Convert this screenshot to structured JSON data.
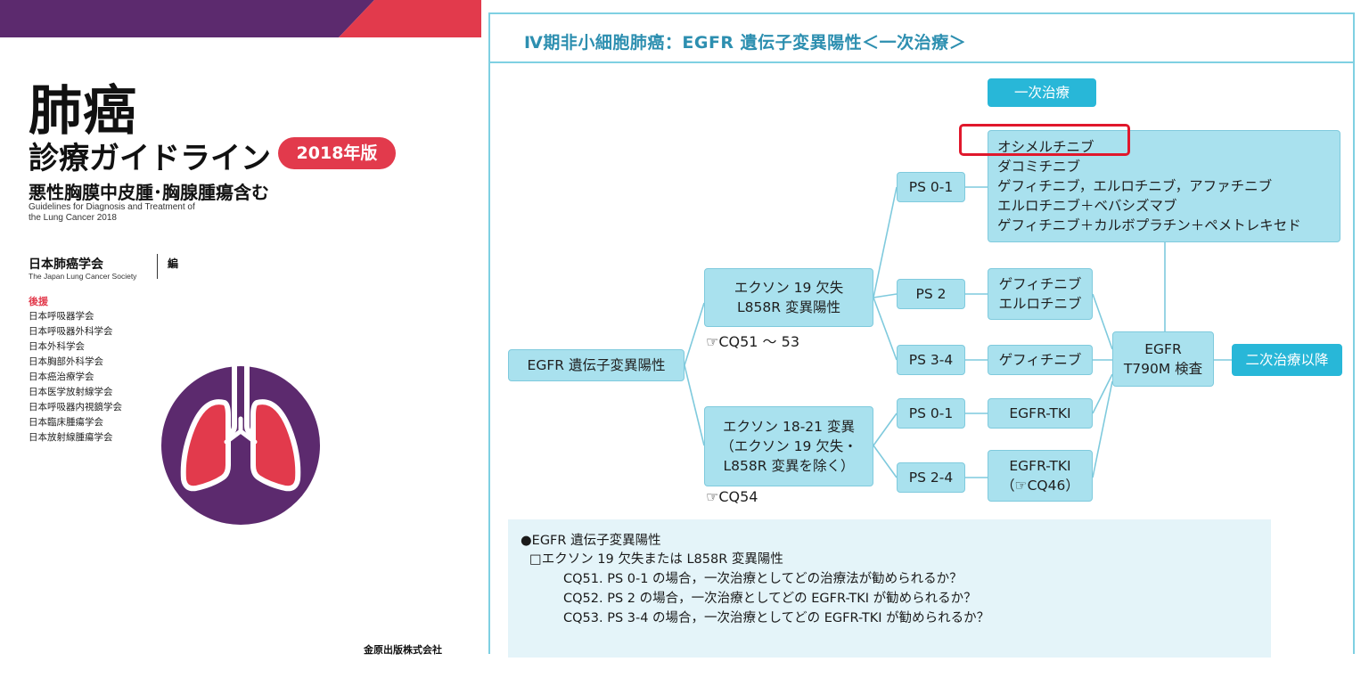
{
  "cover": {
    "title_main": "肺癌",
    "title_sub": "診療ガイドライン",
    "edition": "2018年版",
    "subtitle": "悪性胸膜中皮腫･胸腺腫瘍含む",
    "english_title_line1": "Guidelines for Diagnosis and Treatment of",
    "english_title_line2": "the Lung Cancer 2018",
    "editor_org": "日本肺癌学会",
    "editor_org_en": "The Japan Lung Cancer Society",
    "editor_mark": "編",
    "support_label": "後援",
    "supporters": [
      "日本呼吸器学会",
      "日本呼吸器外科学会",
      "日本外科学会",
      "日本胸部外科学会",
      "日本癌治療学会",
      "日本医学放射線学会",
      "日本呼吸器内視鏡学会",
      "日本臨床腫瘍学会",
      "日本放射線腫瘍学会"
    ],
    "publisher": "金原出版株式会社",
    "colors": {
      "purple": "#5c2a6e",
      "red": "#e23a4c"
    },
    "icon": "lungs-icon"
  },
  "flowchart": {
    "title": "Ⅳ期非小細胞肺癌：EGFR 遺伝子変異陽性＜一次治療＞",
    "first_line_header": "一次治療",
    "root": "EGFR 遺伝子変異陽性",
    "branch_a": [
      "エクソン 19 欠失",
      "L858R 変異陽性"
    ],
    "branch_a_ref": "☞CQ51 〜 53",
    "branch_b": [
      "エクソン 18-21 変異",
      "（エクソン 19 欠失・",
      "L858R 変異を除く）"
    ],
    "branch_b_ref": "☞CQ54",
    "ps_a1": "PS 0-1",
    "ps_a2": "PS 2",
    "ps_a3": "PS 3-4",
    "ps_b1": "PS 0-1",
    "ps_b2": "PS 2-4",
    "tx_a1": [
      "オシメルチニブ",
      "ダコミチニブ",
      "ゲフィチニブ，エルロチニブ，アファチニブ",
      "エルロチニブ＋ベバシズマブ",
      "ゲフィチニブ＋カルボプラチン＋ペメトレキセド"
    ],
    "tx_a2": [
      "ゲフィチニブ",
      "エルロチニブ"
    ],
    "tx_a3": "ゲフィチニブ",
    "tx_b1": "EGFR-TKI",
    "tx_b2": [
      "EGFR-TKI",
      "（☞CQ46）"
    ],
    "test": [
      "EGFR",
      "T790M 検査"
    ],
    "second_line": "二次治療以降",
    "colors": {
      "box": "#a9e1ee",
      "box_dark": "#28b7d8",
      "line": "#7fcadd",
      "highlight": "#e0182c"
    }
  },
  "notes": {
    "heading": "●EGFR 遺伝子変異陽性",
    "subheading": "□エクソン 19 欠失または L858R 変異陽性",
    "items": [
      "CQ51.  PS 0-1 の場合，一次治療としてどの治療法が勧められるか？",
      "CQ52.  PS 2 の場合，一次治療としてどの EGFR-TKI が勧められるか？",
      "CQ53.  PS 3-4 の場合，一次治療としてどの EGFR-TKI が勧められるか？"
    ]
  }
}
